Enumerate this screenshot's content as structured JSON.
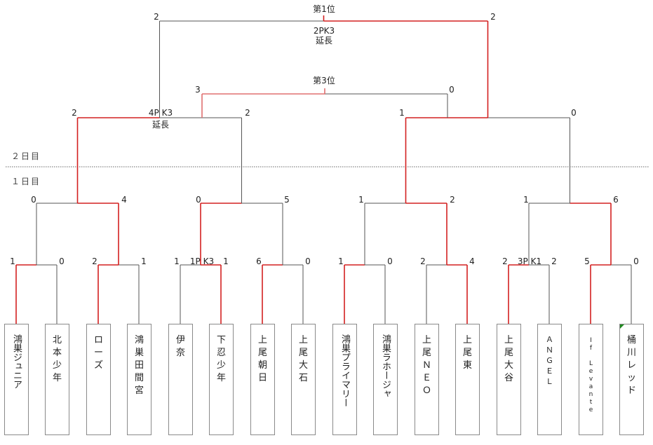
{
  "day_labels": {
    "day2": "２日目",
    "day1": "１日目"
  },
  "final": {
    "title": "第1位",
    "left_score": "2",
    "right_score": "2",
    "pk": "2PK3",
    "note": "延長"
  },
  "third": {
    "title": "第3位",
    "left_score": "3",
    "right_score": "0"
  },
  "semis": [
    {
      "left_score": "2",
      "right_score": "2",
      "pk": "4P K3",
      "note": "延長"
    },
    {
      "left_score": "1",
      "right_score": "0"
    }
  ],
  "quarters": [
    {
      "left_score": "0",
      "right_score": "4"
    },
    {
      "left_score": "0",
      "right_score": "5"
    },
    {
      "left_score": "1",
      "right_score": "2"
    },
    {
      "left_score": "1",
      "right_score": "6"
    }
  ],
  "first_round": [
    {
      "left_score": "1",
      "right_score": "0"
    },
    {
      "left_score": "2",
      "right_score": "1"
    },
    {
      "left_score": "1",
      "right_score": "1",
      "pk": "1P K3"
    },
    {
      "left_score": "6",
      "right_score": "0"
    },
    {
      "left_score": "1",
      "right_score": "0"
    },
    {
      "left_score": "2",
      "right_score": "4"
    },
    {
      "left_score": "2",
      "right_score": "2",
      "pk": "3P K1"
    },
    {
      "left_score": "5",
      "right_score": "0"
    }
  ],
  "teams": [
    {
      "name": "鴻巣ジュニア",
      "chars": [
        "鴻",
        "巣",
        "ジ",
        "ュ",
        "ニ",
        "ア"
      ]
    },
    {
      "name": "北本少年",
      "chars": [
        "北",
        "本",
        "少",
        "年"
      ]
    },
    {
      "name": "ローズ",
      "chars": [
        "ロ",
        "ー",
        "ズ"
      ]
    },
    {
      "name": "鴻巣田間宮",
      "chars": [
        "鴻",
        "巣",
        "田",
        "間",
        "宮"
      ]
    },
    {
      "name": "伊奈",
      "chars": [
        "伊",
        "奈"
      ]
    },
    {
      "name": "下忍少年",
      "chars": [
        "下",
        "忍",
        "少",
        "年"
      ]
    },
    {
      "name": "上尾朝日",
      "chars": [
        "上",
        "尾",
        "朝",
        "日"
      ]
    },
    {
      "name": "上尾大石",
      "chars": [
        "上",
        "尾",
        "大",
        "石"
      ]
    },
    {
      "name": "鴻巣プライマリー",
      "chars": [
        "鴻",
        "巣",
        "プ",
        "ラ",
        "イ",
        "マ",
        "リ",
        "ー"
      ]
    },
    {
      "name": "鴻巣ラホージャ",
      "chars": [
        "鴻",
        "巣",
        "ラ",
        "ホ",
        "ー",
        "ジ",
        "ャ"
      ]
    },
    {
      "name": "上尾ＮＥＯ",
      "chars": [
        "上",
        "尾",
        "Ｎ",
        "Ｅ",
        "Ｏ"
      ]
    },
    {
      "name": "上尾東",
      "chars": [
        "上",
        "尾",
        "東"
      ]
    },
    {
      "name": "上尾大谷",
      "chars": [
        "上",
        "尾",
        "大",
        "谷"
      ]
    },
    {
      "name": "ＡＮＧＥＬ",
      "chars": [
        "Ａ",
        "Ｎ",
        "Ｇ",
        "Ｅ",
        "Ｌ"
      ]
    },
    {
      "name": "If Levante",
      "chars": [
        "I",
        "f",
        "",
        "L",
        "e",
        "v",
        "a",
        "n",
        "t",
        "e"
      ]
    },
    {
      "name": "桶川レッド",
      "chars": [
        "桶",
        "川",
        "レ",
        "ッ",
        "ド"
      ]
    }
  ],
  "winners": {
    "first_round": [
      "left",
      "left",
      "right",
      "left",
      "left",
      "right",
      "left",
      "left"
    ],
    "quarters": [
      "right",
      "left",
      "right",
      "right"
    ],
    "semis": [
      "left",
      "left"
    ],
    "third": "left",
    "final": "right"
  },
  "colors": {
    "winner_line": "#d32020",
    "loser_line": "#555555",
    "third_line": "#e07070",
    "divider": "#666666"
  }
}
